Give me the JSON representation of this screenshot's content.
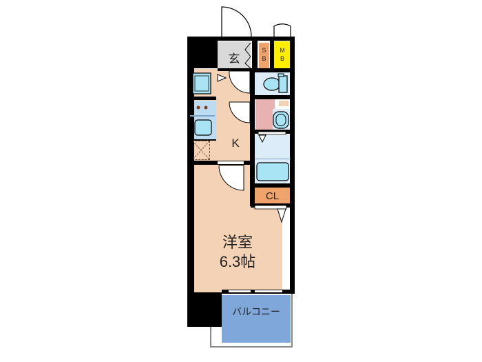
{
  "floorplan": {
    "rooms": {
      "entrance": {
        "label": "玄"
      },
      "shoe_box": {
        "label": "S\nB",
        "line1": "S",
        "line2": "B"
      },
      "meter_box": {
        "label": "M\nB",
        "line1": "M",
        "line2": "B"
      },
      "kitchen": {
        "label": "K"
      },
      "closet": {
        "label": "CL"
      },
      "western_room": {
        "label": "洋室",
        "size": "6.3帖"
      },
      "balcony": {
        "label": "バルコニー"
      }
    },
    "colors": {
      "wall": "#000000",
      "floor_room": "#f3d2b6",
      "entrance": "#d9d9d9",
      "shoe_box": "#f0a36a",
      "meter_box": "#ffee00",
      "wet_area": "#dcecf8",
      "fixture": "#a8e4f4",
      "toilet_room": "#e8b2b2",
      "closet": "#f0a36a",
      "balcony": "#7fa7da"
    }
  }
}
